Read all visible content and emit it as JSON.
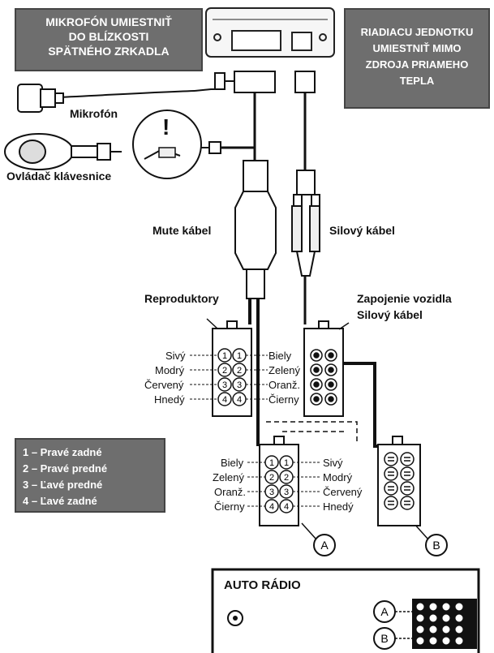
{
  "notes": {
    "microphone_note": [
      "MIKROFÓN UMIESTNIŤ",
      "DO BLÍZKOSTI",
      "SPÄTNÉHO ZRKADLA"
    ],
    "control_unit_note": [
      "RIADIACU JEDNOTKU",
      "UMIESTNIŤ MIMO",
      "ZDROJA PRIAMEHO",
      "TEPLA"
    ]
  },
  "labels": {
    "microphone": "Mikrofón",
    "keypad": "Ovládač klávesnice",
    "mute_cable": "Mute kábel",
    "power_cable": "Silový kábel",
    "speakers": "Reproduktory",
    "vehicle_connection": [
      "Zapojenie vozidla",
      "Silový kábel"
    ],
    "car_radio": "AUTO RÁDIO",
    "connector_a": "A",
    "connector_b": "B"
  },
  "speaker_connector": {
    "left_labels": [
      "Sivý",
      "Modrý",
      "Červený",
      "Hnedý"
    ],
    "right_labels": [
      "Biely",
      "Zelený",
      "Oranž.",
      "Čierny"
    ],
    "pin_numbers": [
      "1",
      "2",
      "3",
      "4"
    ]
  },
  "lower_connector": {
    "left_labels": [
      "Biely",
      "Zelený",
      "Oranž.",
      "Čierny"
    ],
    "right_labels": [
      "Sivý",
      "Modrý",
      "Červený",
      "Hnedý"
    ]
  },
  "legend": [
    "1 – Pravé zadné",
    "2 – Pravé predné",
    "3 – Ľavé predné",
    "4 – Ľavé zadné"
  ]
}
